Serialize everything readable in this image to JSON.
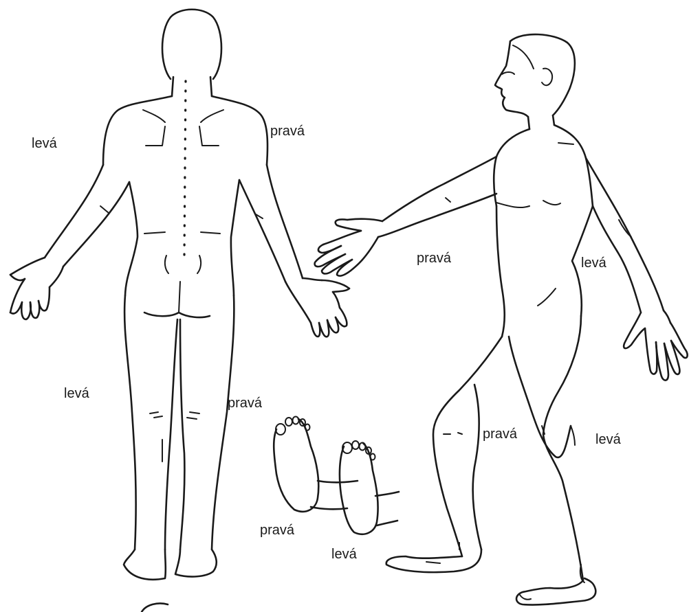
{
  "labels": {
    "back_top_left": "levá",
    "back_top_right": "pravá",
    "back_leg_left": "levá",
    "back_leg_right": "pravá",
    "feet_right": "pravá",
    "feet_left": "levá",
    "side_arm": "pravá",
    "side_torso": "levá",
    "side_leg_right": "pravá",
    "side_leg_left": "levá"
  },
  "colors": {
    "ink": "#1a1a1a",
    "background": "#ffffff"
  }
}
